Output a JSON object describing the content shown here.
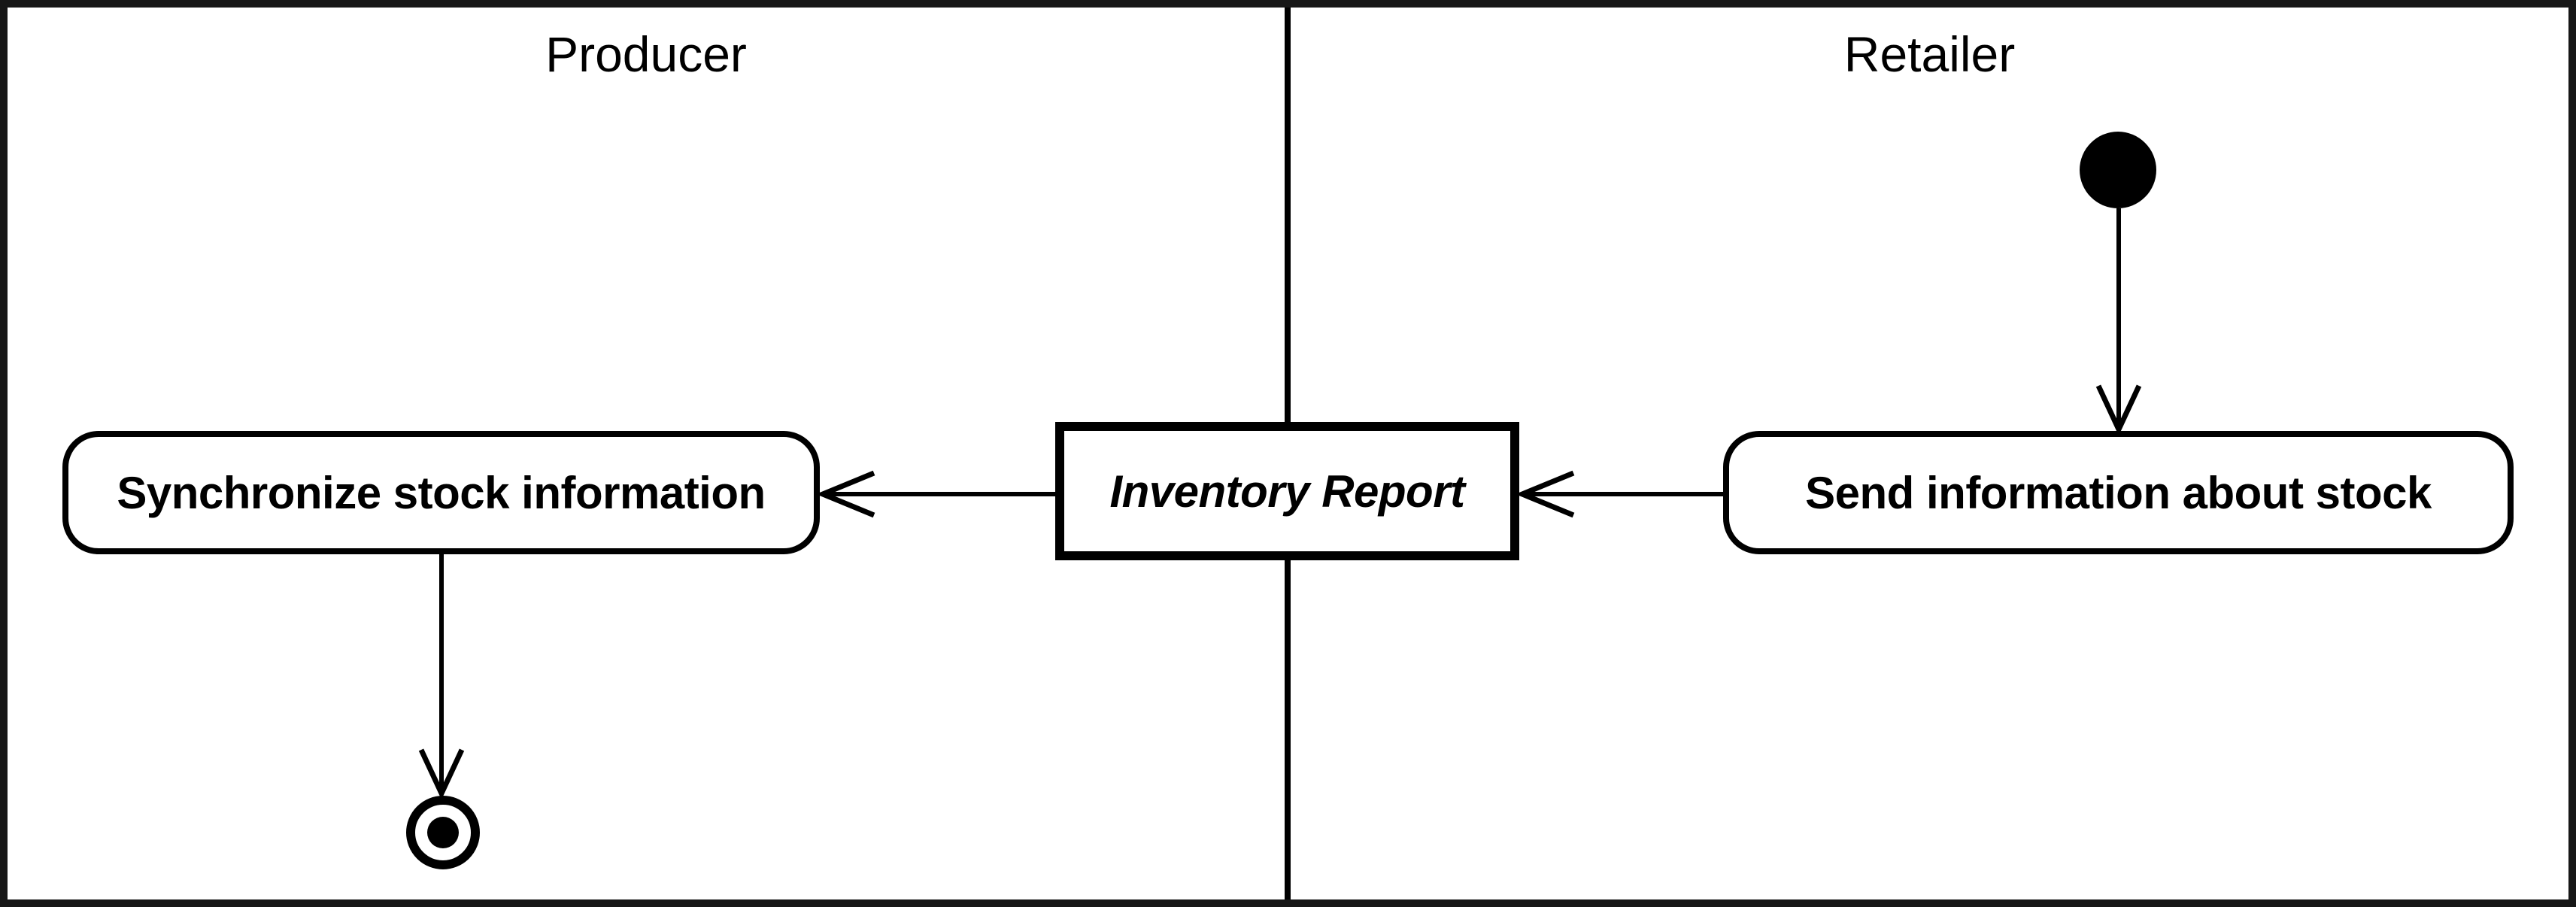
{
  "colors": {
    "ink": "#000000",
    "frame": "#171717",
    "background": "#ffffff"
  },
  "diagram": {
    "lanes": [
      {
        "label": "Producer"
      },
      {
        "label": "Retailer"
      }
    ],
    "nodes": {
      "sync": {
        "label": "Synchronize stock information"
      },
      "inventory": {
        "label": "Inventory Report"
      },
      "send": {
        "label": "Send information about stock"
      }
    }
  }
}
